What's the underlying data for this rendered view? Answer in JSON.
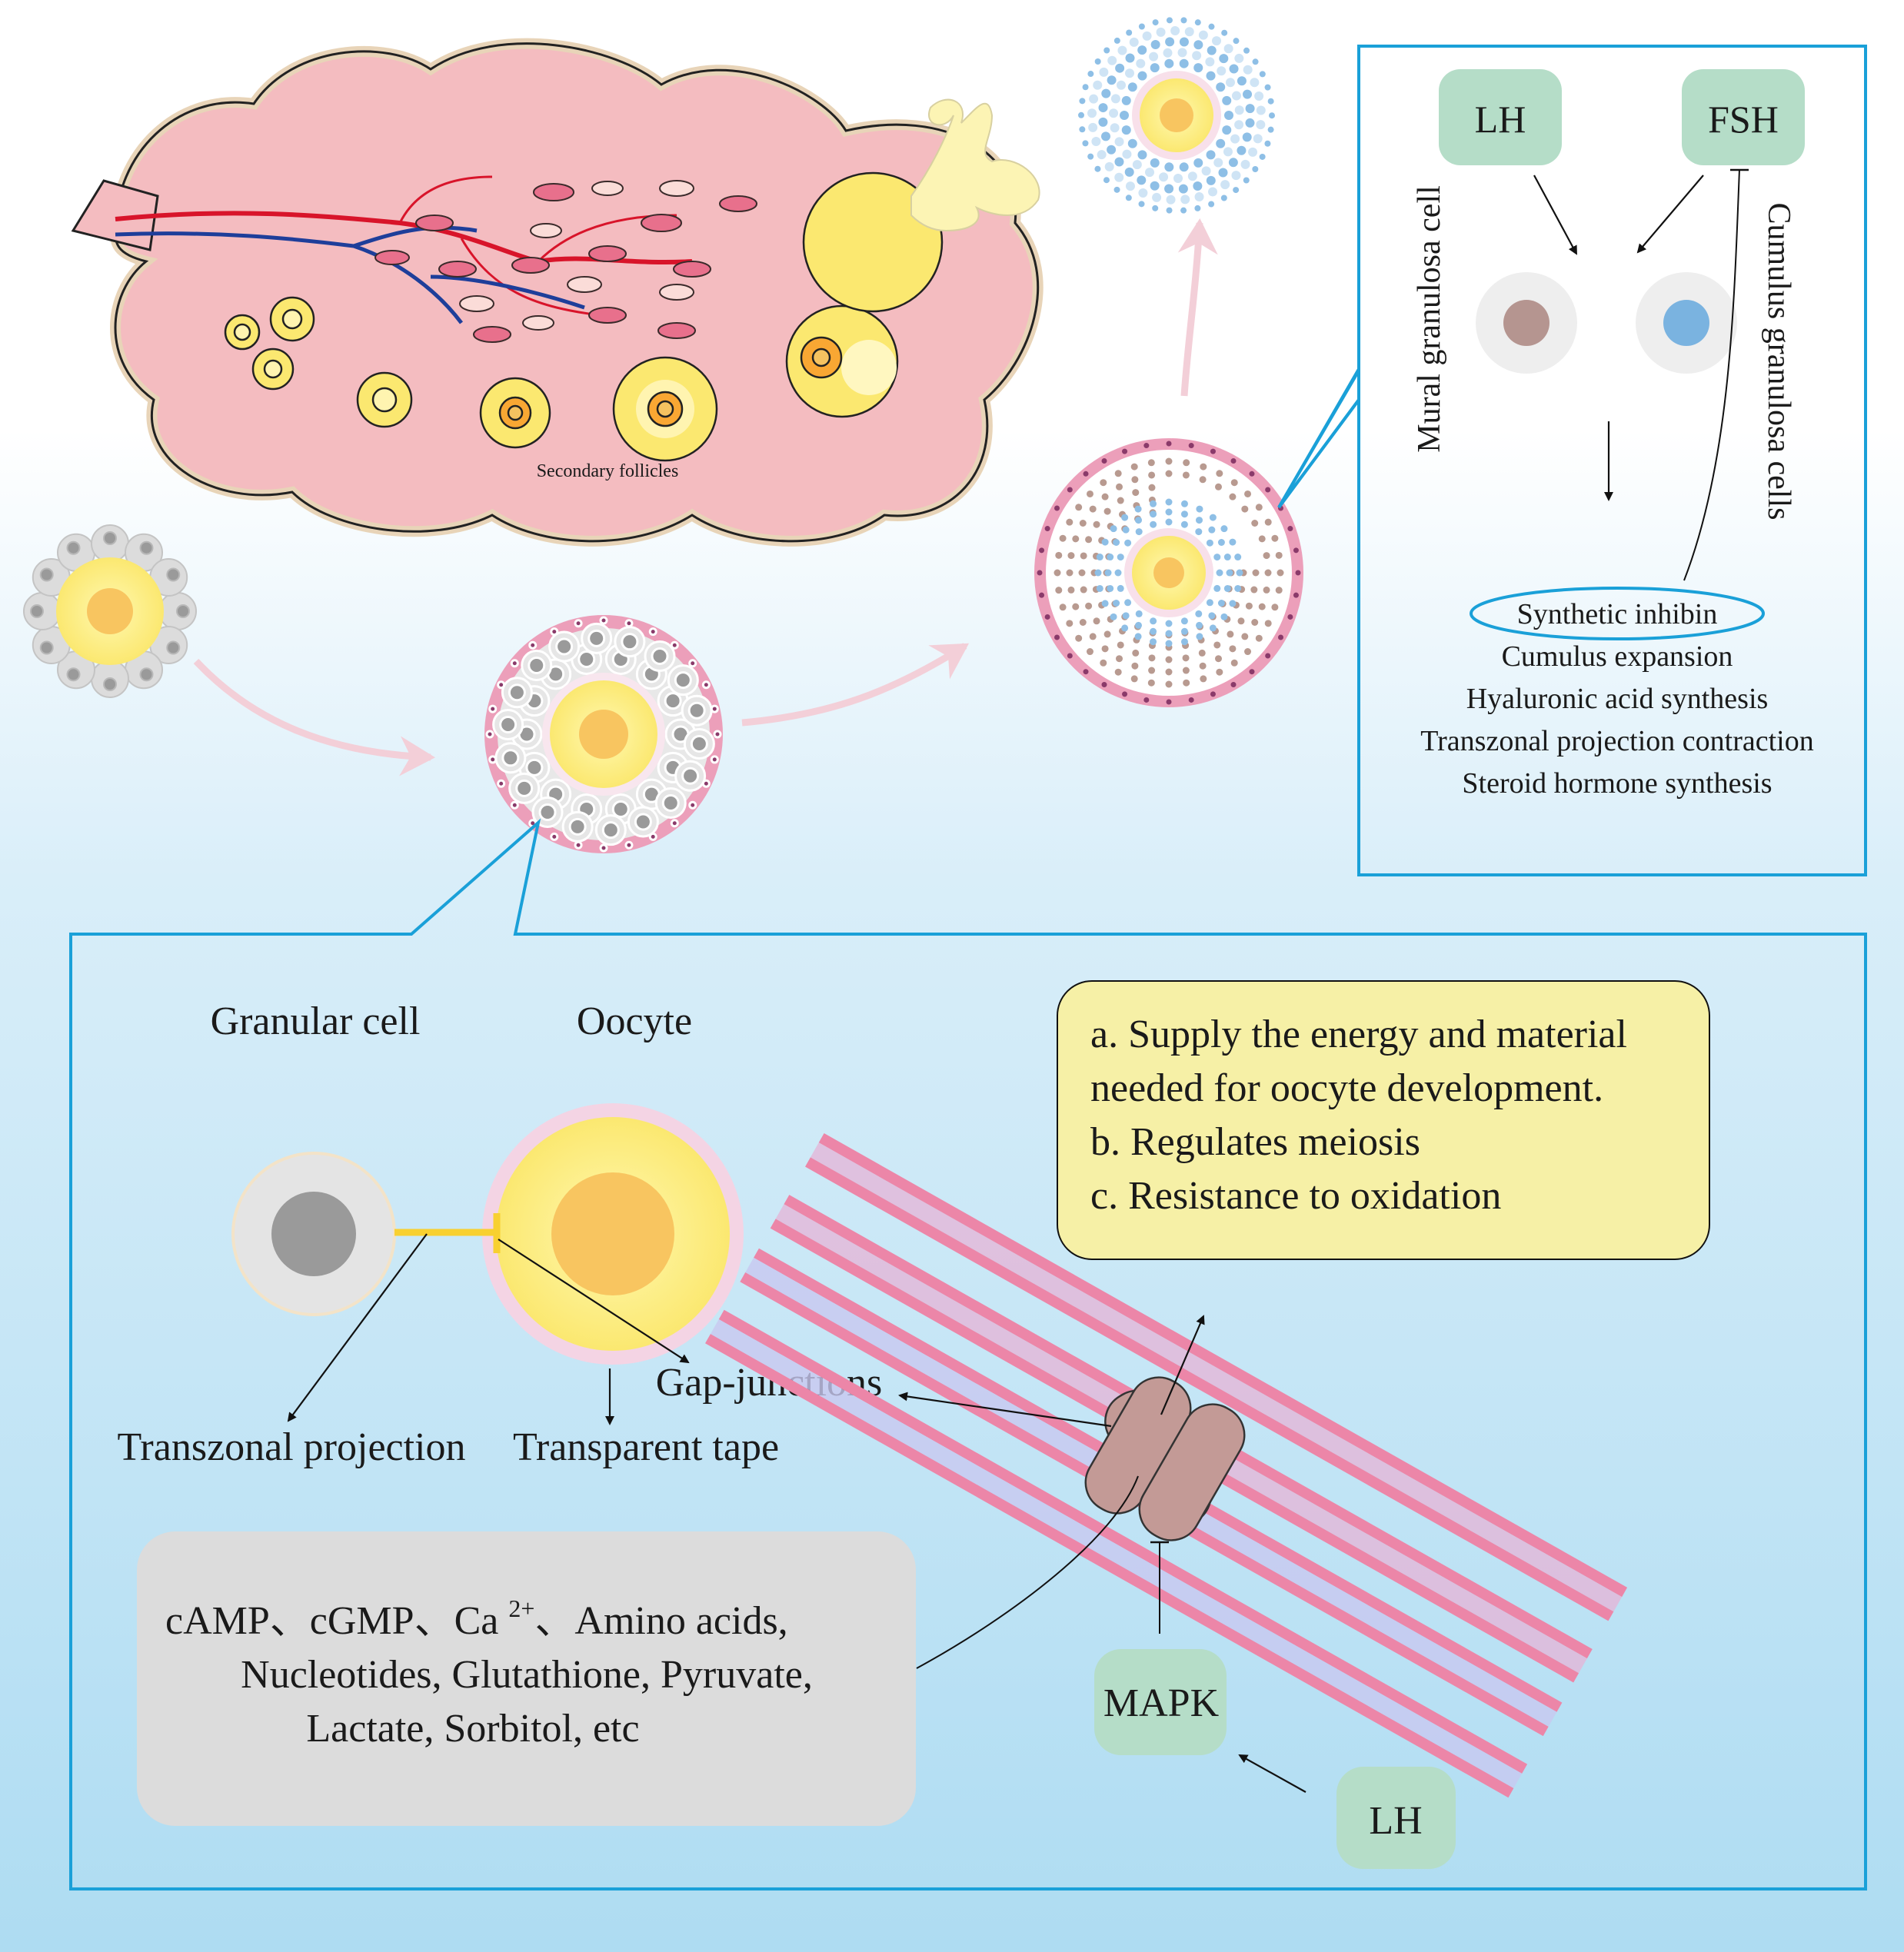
{
  "ovary": {
    "secondary_follicles_label": "Secondary follicles"
  },
  "regulation_box": {
    "lh_label": "LH",
    "fsh_label": "FSH",
    "mural_label": "Mural granulosa cell",
    "cumulus_label": "Cumulus granulosa cells",
    "effects": [
      "Synthetic inhibin",
      "Cumulus expansion",
      "Hyaluronic acid synthesis",
      "Transzonal projection contraction",
      "Steroid hormone synthesis"
    ]
  },
  "detail_box": {
    "granular_cell_label": "Granular cell",
    "oocyte_label": "Oocyte",
    "transzonal_label": "Transzonal projection",
    "transparent_tape_label": "Transparent tape",
    "gap_junctions_label": "Gap-junctions",
    "functions": [
      "a. Supply the energy and material",
      "needed for oocyte development.",
      "b. Regulates meiosis",
      "c. Resistance to oxidation"
    ],
    "molecules_line1_prefix": "cAMP、cGMP、Ca ",
    "molecules_superscript": "2+",
    "molecules_line1_suffix": "、Amino acids,",
    "molecules_line2": "Nucleotides, Glutathione, Pyruvate,",
    "molecules_line3": "Lactate, Sorbitol, etc",
    "mapk_label": "MAPK",
    "lh_label": "LH"
  },
  "colors": {
    "background_top": "#ffffff",
    "background_bottom": "#aedcf2",
    "box_border": "#1aa0d8",
    "ovary_fill": "#f4bcc0",
    "hormone_box": "#b5ddc8",
    "functions_box": "#f6f0a6",
    "molecules_box": "#dcdcdc",
    "pink_arrow": "#f3cfd8"
  }
}
